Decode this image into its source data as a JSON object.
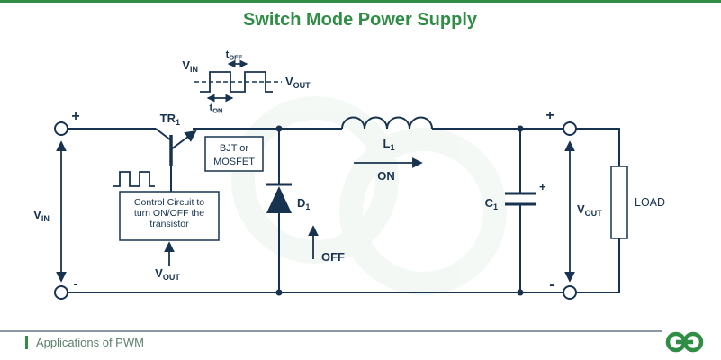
{
  "title": "Switch Mode Power Supply",
  "waveform": {
    "vin": {
      "main": "V",
      "sub": "IN"
    },
    "vout": {
      "main": "V",
      "sub": "OUT"
    },
    "toff": {
      "main": "t",
      "sub": "OFF"
    },
    "ton": {
      "main": "t",
      "sub": "ON"
    }
  },
  "circuit": {
    "plus": "+",
    "minus": "-",
    "vin": {
      "main": "V",
      "sub": "IN"
    },
    "vout": {
      "main": "V",
      "sub": "OUT"
    },
    "tr1": {
      "main": "TR",
      "sub": "1"
    },
    "transistor_box": {
      "line1": "BJT or",
      "line2": "MOSFET"
    },
    "control_box": {
      "line1": "Control Circuit to",
      "line2": "turn ON/OFF the",
      "line3": "transistor"
    },
    "control_vout": {
      "main": "V",
      "sub": "OUT"
    },
    "d1": {
      "main": "D",
      "sub": "1"
    },
    "off_label": "OFF",
    "l1": {
      "main": "L",
      "sub": "1"
    },
    "on_label": "ON",
    "c1": {
      "main": "C",
      "sub": "1"
    },
    "cap_plus": "+",
    "load": "LOAD"
  },
  "footer": {
    "caption": "Applications of PWM",
    "logo_icon": "geeksforgeeks-logo"
  },
  "colors": {
    "green": "#2f8d46",
    "navy": "#17334f"
  }
}
